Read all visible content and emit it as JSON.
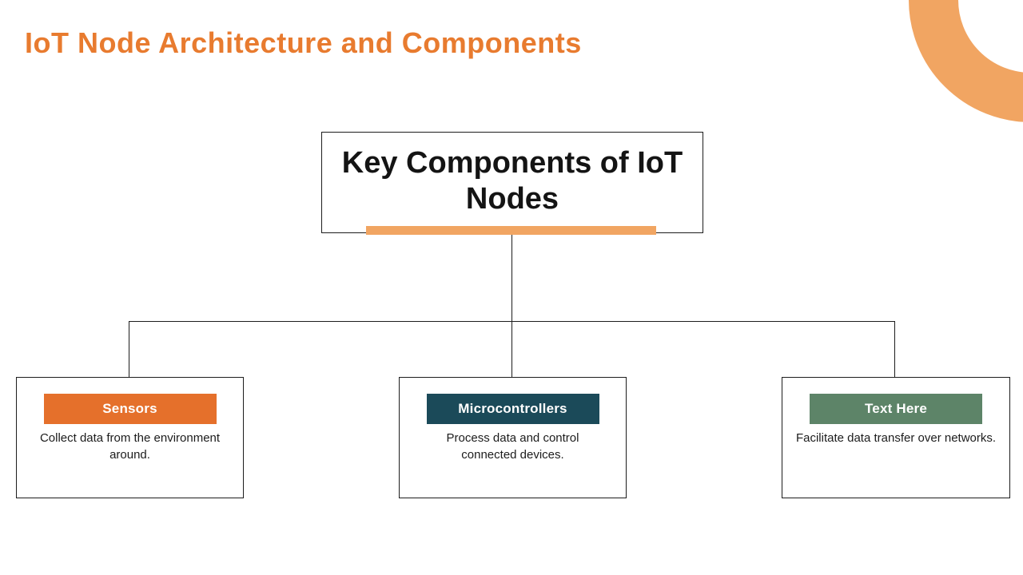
{
  "slide": {
    "title": "IoT Node Architecture and Components",
    "title_color": "#E87B2F"
  },
  "decor": {
    "ring_color": "#F1A562"
  },
  "diagram": {
    "line_color": "#1D1D1D",
    "root": {
      "label": "Key Components of IoT Nodes",
      "accent_bar_color": "#F1A562"
    },
    "nodes": [
      {
        "label": "Sensors",
        "description": "Collect data from the environment around.",
        "header_color": "#E5702B",
        "header_text_color": "#FFFFFF"
      },
      {
        "label": "Microcontrollers",
        "description": "Process data and control connected devices.",
        "header_color": "#1B4A59",
        "header_text_color": "#FFFFFF"
      },
      {
        "label": "Text Here",
        "description": "Facilitate data transfer over networks.",
        "header_color": "#5D8468",
        "header_text_color": "#FFFFFF"
      }
    ]
  }
}
